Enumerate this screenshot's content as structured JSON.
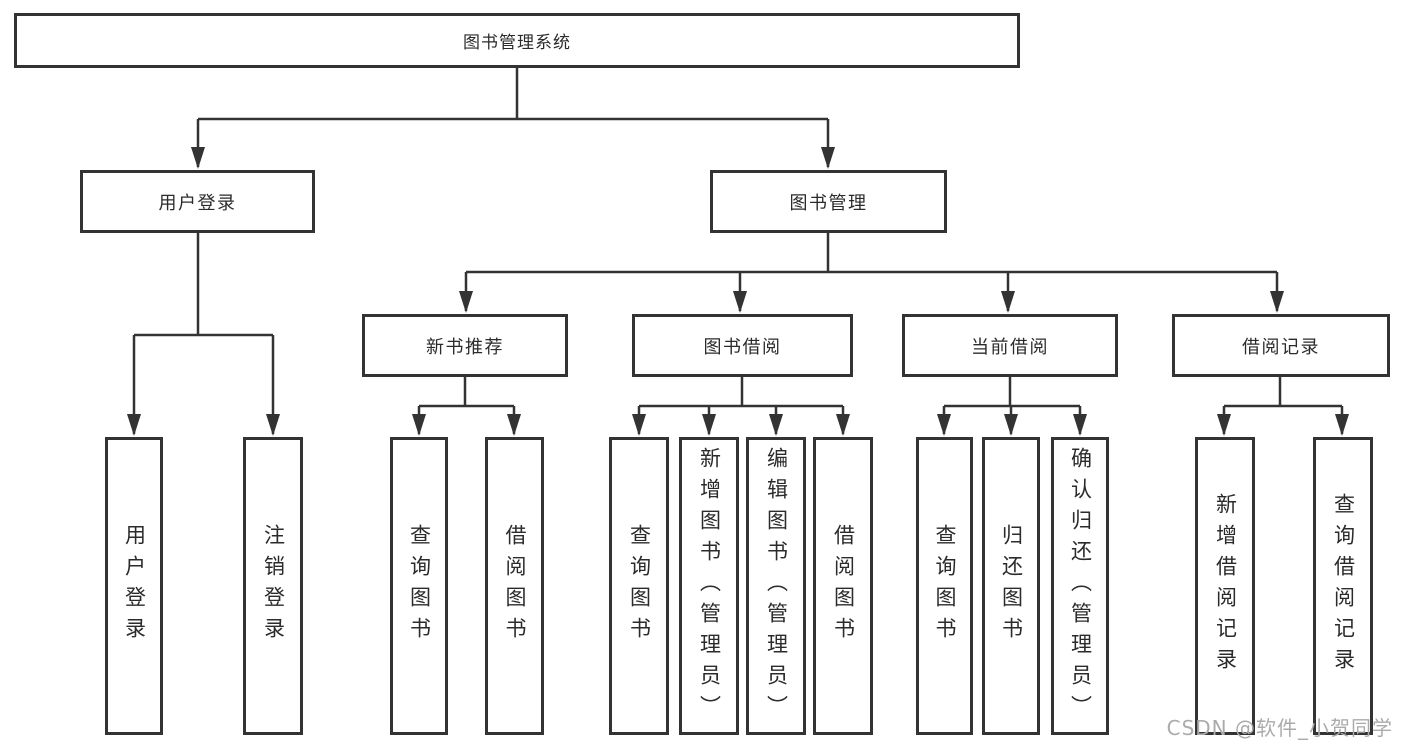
{
  "diagram_title": "图书管理系统",
  "tree": {
    "label": "图书管理系统",
    "children": [
      {
        "label": "用户登录",
        "children": [
          {
            "label": "用户登录"
          },
          {
            "label": "注销登录"
          }
        ]
      },
      {
        "label": "图书管理",
        "children": [
          {
            "label": "新书推荐",
            "children": [
              {
                "label": "查询图书"
              },
              {
                "label": "借阅图书"
              }
            ]
          },
          {
            "label": "图书借阅",
            "children": [
              {
                "label": "查询图书"
              },
              {
                "label": "新增图书（管理员）"
              },
              {
                "label": "编辑图书（管理员）"
              },
              {
                "label": "借阅图书"
              }
            ]
          },
          {
            "label": "当前借阅",
            "children": [
              {
                "label": "查询图书"
              },
              {
                "label": "归还图书"
              },
              {
                "label": "确认归还（管理员）"
              }
            ]
          },
          {
            "label": "借阅记录",
            "children": [
              {
                "label": "新增借阅记录"
              },
              {
                "label": "查询借阅记录"
              }
            ]
          }
        ]
      }
    ]
  },
  "watermark": "CSDN @软件_小贺同学",
  "colors": {
    "line": "#333333",
    "border": "#333333",
    "text": "#2b2b2b",
    "background": "#ffffff",
    "watermark": "#ababab"
  }
}
